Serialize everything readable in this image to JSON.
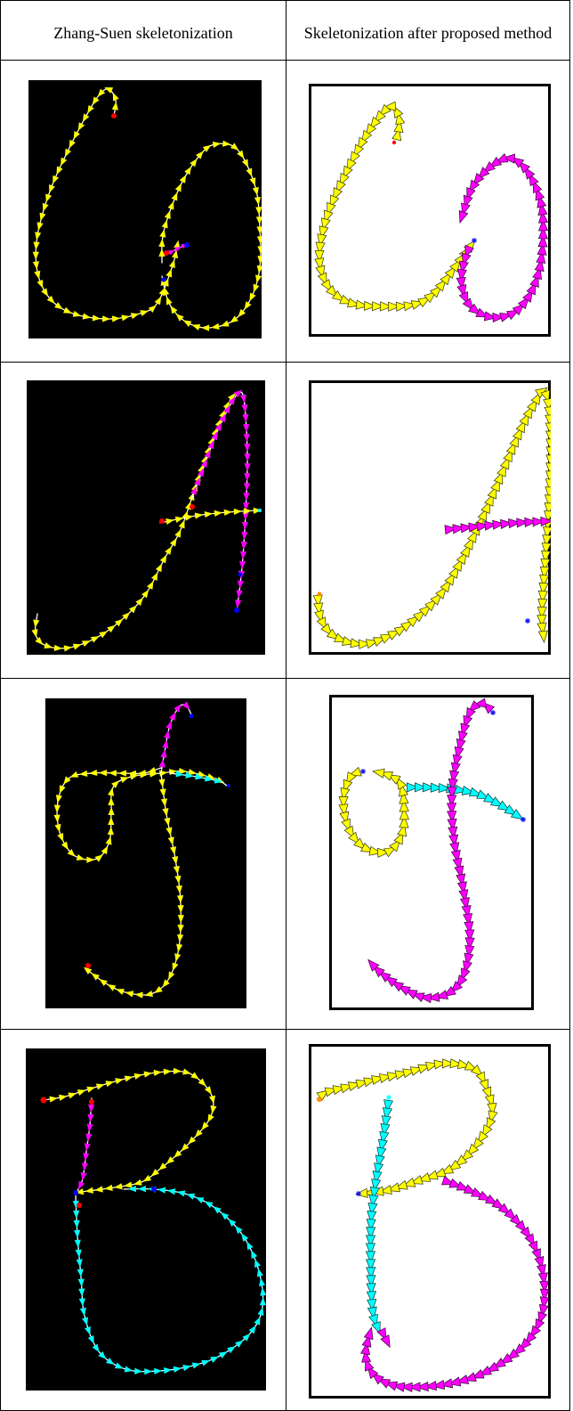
{
  "table": {
    "headers": [
      "Zhang-Suen skeletonization",
      "Skeletonization after proposed method"
    ]
  },
  "rows": [
    {
      "letter": "G"
    },
    {
      "letter": "A"
    },
    {
      "letter": "f"
    },
    {
      "letter": "B"
    }
  ],
  "colors": {
    "yellow": "#ffff00",
    "magenta": "#ff00ff",
    "cyan": "#00ffff",
    "red": "#ff0000",
    "blue": "#0000ff",
    "orange": "#ff8c00",
    "black": "#000000"
  }
}
